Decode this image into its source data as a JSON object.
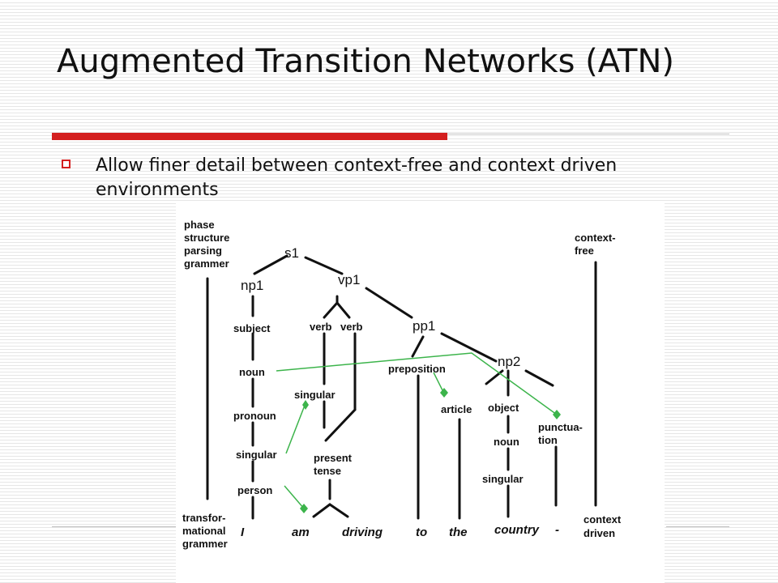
{
  "slide": {
    "title": "Augmented Transition Networks (ATN)",
    "bullet": "Allow finer detail between context-free and context driven environments"
  },
  "diagram": {
    "left_caption": [
      "phase",
      "structure",
      "parsing",
      "grammer"
    ],
    "right_caption": [
      "context-",
      "free"
    ],
    "bottom_left_caption": [
      "transfor-",
      "mational",
      "grammer"
    ],
    "bottom_right_caption": [
      "context",
      "driven"
    ],
    "nodes": {
      "s1": "s1",
      "np1": "np1",
      "vp1": "vp1",
      "pp1": "pp1",
      "np2": "np2"
    },
    "labels": {
      "subject": "subject",
      "noun_1": "noun",
      "pronoun": "pronoun",
      "singular_1": "singular",
      "person": "person",
      "verb_1": "verb",
      "verb_2": "verb",
      "singular_2": "singular",
      "present": "present",
      "tense": "tense",
      "preposition": "preposition",
      "article": "article",
      "object": "object",
      "noun_2": "noun",
      "singular_3": "singular",
      "punctuation_1": "punctua-",
      "punctuation_2": "tion"
    },
    "words": [
      "I",
      "am",
      "driving",
      "to",
      "the",
      "country",
      "-"
    ],
    "colors": {
      "tree": "#111111",
      "agreement_links": "#3cb44b",
      "accent": "#d41f1f"
    }
  }
}
